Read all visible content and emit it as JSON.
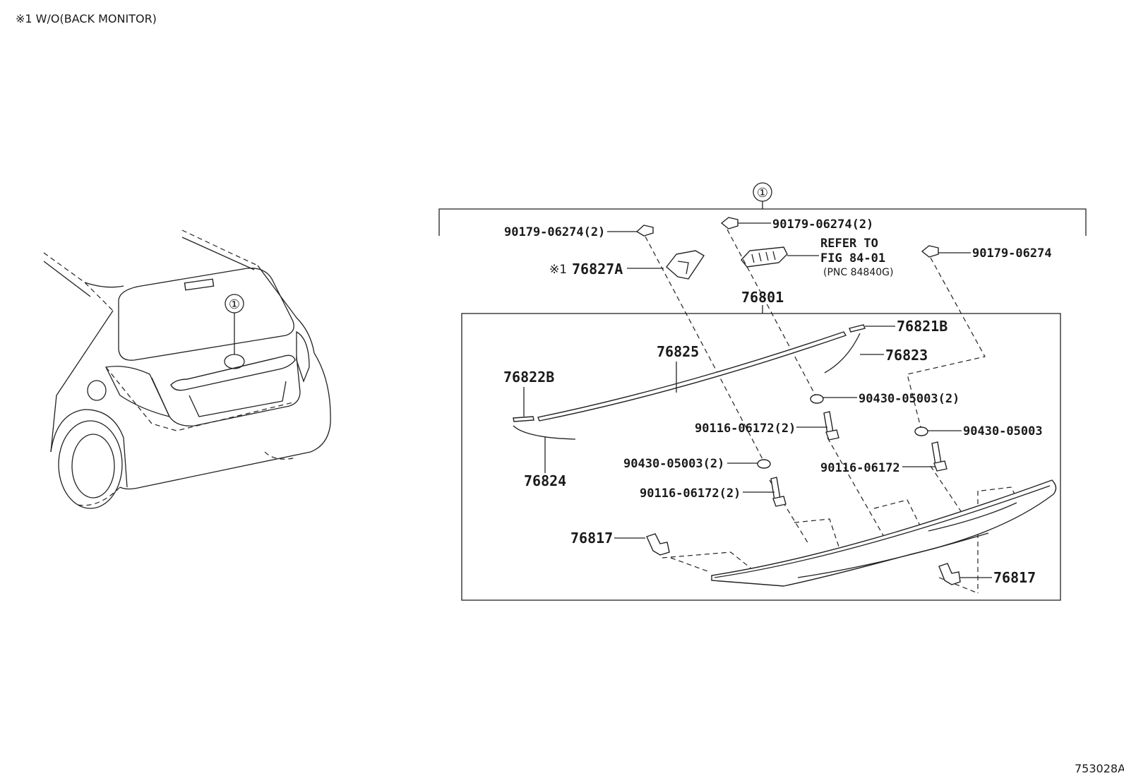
{
  "note": "※1 W/O(BACK MONITOR)",
  "figure_id": "753028A",
  "callout": "①",
  "labels": {
    "p90179_l": "90179-06274(2)",
    "p90179_c": "90179-06274(2)",
    "p90179_r": "90179-06274",
    "note_mark": "※1",
    "p76827A": "76827A",
    "refer_1": "REFER TO",
    "refer_2": "FIG 84-01",
    "refer_3": "(PNC 84840G)",
    "p76801": "76801",
    "p76821B": "76821B",
    "p76823": "76823",
    "p76825": "76825",
    "p76822B": "76822B",
    "p76824": "76824",
    "p90430_c": "90430-05003(2)",
    "p90430_r": "90430-05003",
    "p90116_c": "90116-06172(2)",
    "p90116_r": "90116-06172",
    "p90430_l": "90430-05003(2)",
    "p90116_l": "90116-06172(2)",
    "p76817_l": "76817",
    "p76817_r": "76817"
  }
}
